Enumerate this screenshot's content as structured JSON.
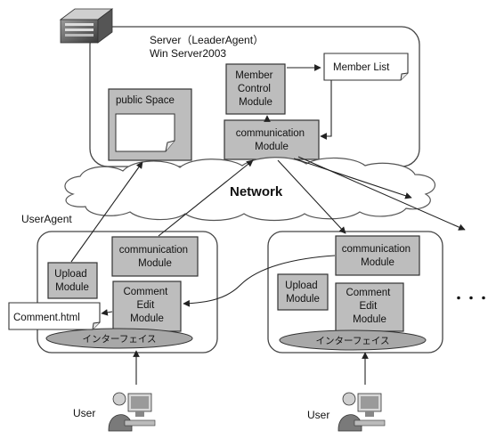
{
  "server": {
    "title_line1": "Server（LeaderAgent）",
    "title_line2": "Win Server2003",
    "public_space": "public Space",
    "member_control": [
      "Member",
      "Control",
      "Module"
    ],
    "member_list": "Member List",
    "communication": [
      "communication",
      "Module"
    ]
  },
  "network": {
    "label": "Network"
  },
  "left_agent": {
    "label": "UserAgent",
    "communication": [
      "communication",
      "Module"
    ],
    "upload": [
      "Upload",
      "Module"
    ],
    "comment_edit": [
      "Comment",
      "Edit",
      "Module"
    ],
    "interface": "インターフェイス",
    "comment_file": "Comment.html"
  },
  "right_agent": {
    "communication": [
      "communication",
      "Module"
    ],
    "upload": [
      "Upload",
      "Module"
    ],
    "comment_edit": [
      "Comment",
      "Edit",
      "Module"
    ],
    "interface": "インターフェイス"
  },
  "ellipsis": "・・・・",
  "users": [
    {
      "label": "User"
    },
    {
      "label": "User"
    }
  ],
  "icons": {
    "server": "server-computer-icon",
    "user": "person-at-computer-icon"
  }
}
